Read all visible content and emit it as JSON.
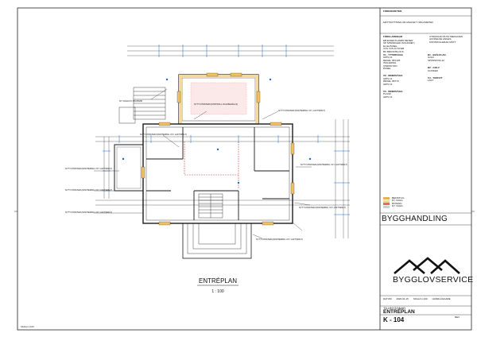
{
  "sheet": {
    "company_header": "FÖRESKRIFTER",
    "measure_note": "MÅTTSÄTTNING ÄR ANGIVET I MILLIMETER.",
    "abbrev_heading": "FÖRKLARINGAR",
    "abbreviations": [
      {
        "code": "EB",
        "label": "EFFEKTLAMPA METER"
      },
      {
        "code": "SP",
        "label": "SPRINKLER (SOLIDHET)"
      },
      {
        "code": "EL",
        "label": "ELPANEL"
      },
      {
        "code": "VVS",
        "label": "VVS-SYSTEM"
      },
      {
        "code": "BK",
        "label": "BRUNNSLOCK"
      }
    ],
    "right_notes": [
      "UTRÄKNAD RUTA MEDGIVEN",
      "AVVIKELSE ANGES",
      "KONTROLLERAD MÅTT"
    ],
    "scale_corner": "SKALA 1:100"
  },
  "plan": {
    "title": "ENTRÉPLAN",
    "scale": "1 : 100",
    "callouts": [
      "NY VÄGG KV 150/45MM",
      "NYTT FÖNSTER (KONTROLL OCH BEHÅLLS)",
      "NYTT FÖNSTER (MONTERING I NY LUFTSPALT)",
      "NYTT FÖNSTER (MONTERING I NY LUFTSPALT)",
      "NYTT FÖNSTER (MONTERING I NY LUFTSPALT)",
      "NYTT FÖNSTER (MONTERING I NY LUFTSPALT)",
      "NYTT FÖNSTER (MONTERING I NY LUFTSPALT)",
      "NYTT FÖNSTER (MONTERING I NY LUFTSPALT)",
      "NYTT FÖNSTER (MONTERING I NY LUFTSPALT)",
      "NYTT FÖNSTER (MONTERING I NY LUFTSPALT)"
    ]
  },
  "legend": {
    "sections": [
      {
        "title": "V1 - YTTERVÄGG",
        "lines": [
          "GIPS 13",
          "REGEL 45X145",
          "ISOLERING",
          "VINDSKYDD",
          "PANEL"
        ]
      },
      {
        "title": "V2 - INNERVÄGG",
        "lines": [
          "GIPS 13",
          "REGEL 45X70",
          "GIPS 13"
        ]
      },
      {
        "title": "V3 - INNERVÄGG",
        "lines": [
          "PLANK",
          "GIPS 13"
        ]
      },
      {
        "title": "B1 - BJÄLKLAG",
        "lines": [
          "GOLV",
          "SPÅNSKIVA 22"
        ]
      },
      {
        "title": "B2 - GOLV",
        "lines": [
          "KLINKER"
        ]
      },
      {
        "title": "V4 - TAKFOT",
        "lines": [
          "LÄKT"
        ]
      }
    ],
    "swatches": [
      {
        "label": "BEFINTLIG",
        "color": "#e9b04d"
      },
      {
        "label": "NY VÄGG",
        "color": "#f0d9a0"
      },
      {
        "label": "RIVNING",
        "color": "#e46a6a"
      },
      {
        "label": "NY VÄGG",
        "color": "#cfcfcf"
      }
    ]
  },
  "titleblock": {
    "phase": "BYGGHANDLING",
    "brand": "BYGGLOVSERVICE",
    "project_small": "TILLBYGGNAD",
    "drawing_title": "ENTRÉPLAN",
    "drawing_number": "K - 104",
    "meta": [
      "DATUM",
      "2020-01-15",
      "SKALA 1:100",
      "HANDLÄGGARE"
    ],
    "rev": "REV"
  }
}
